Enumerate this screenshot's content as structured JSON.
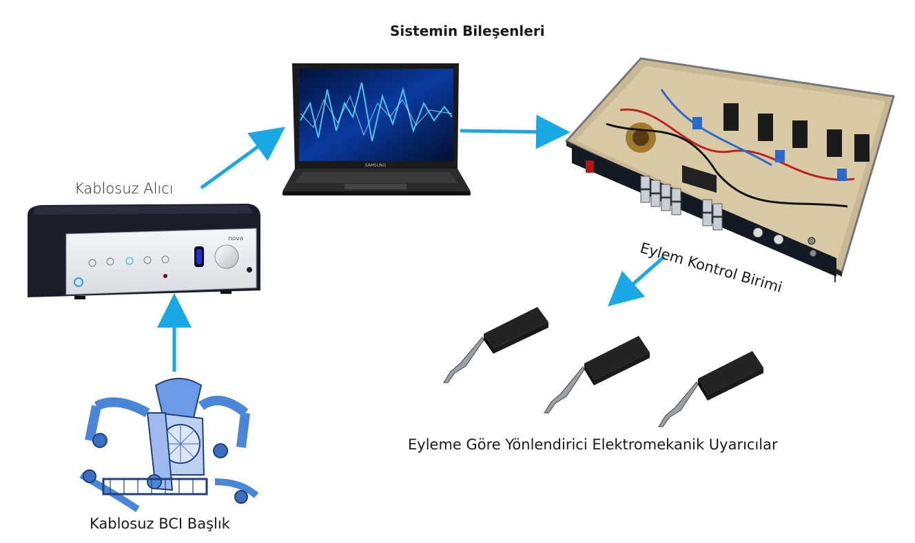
{
  "title": "Sistemin Bileşenleri",
  "components": {
    "receiver": {
      "label": "Kablosuz Alıcı",
      "icon": "receiver-device-icon"
    },
    "headset": {
      "label": "Kablosuz BCI Başlık",
      "icon": "bci-headset-icon"
    },
    "laptop": {
      "icon": "laptop-icon",
      "brand": "SAMSUNG"
    },
    "control_unit": {
      "label": "Eylem Kontrol Birimi",
      "icon": "control-unit-icon"
    },
    "stimulators": {
      "label": "Eyleme Göre Yönlendirici Elektromekanik Uyarıcılar",
      "icon": "stimulator-icon",
      "count": 3
    }
  },
  "receiver_brand": "nova",
  "colors": {
    "arrow": "#1aa7e6",
    "text": "#1a1a1a",
    "headset": "#4a86d8",
    "screen": "#0a2a6e"
  }
}
